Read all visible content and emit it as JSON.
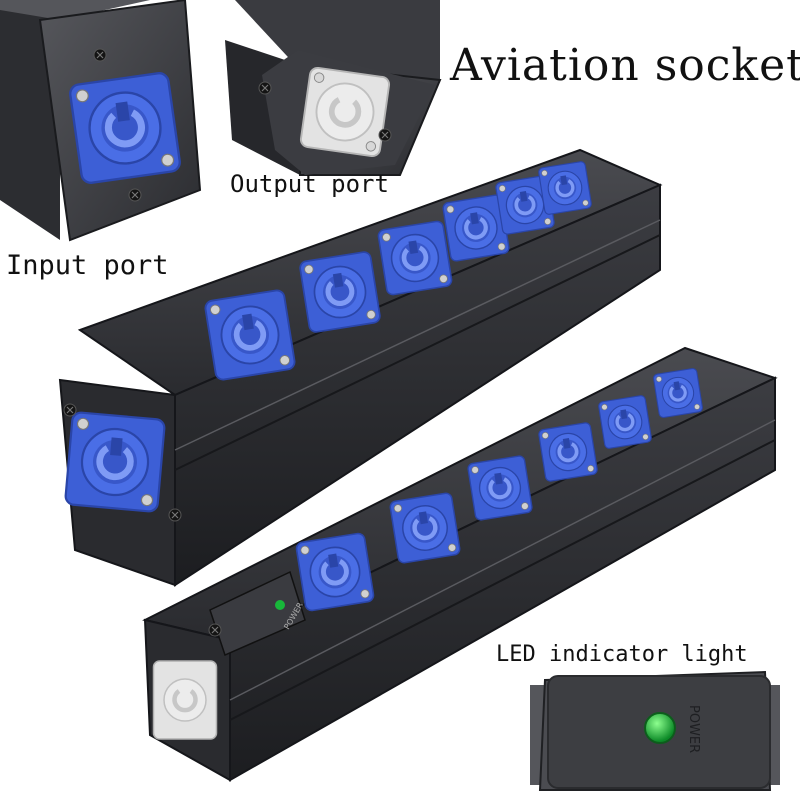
{
  "labels": {
    "title": "Aviation socket",
    "output_port": "Output port",
    "input_port": "Input port",
    "led_indicator": "LED indicator light"
  },
  "device_text": {
    "power_small": "POWER",
    "power_large": "POWER"
  },
  "colors": {
    "socket_blue": "#3d5fd6",
    "socket_gray": "#e3e3e3",
    "housing": "#2e2f33",
    "led_green": "#18b83a"
  },
  "sockets": {
    "upper_strip_count": 6,
    "lower_strip_count": 6
  }
}
